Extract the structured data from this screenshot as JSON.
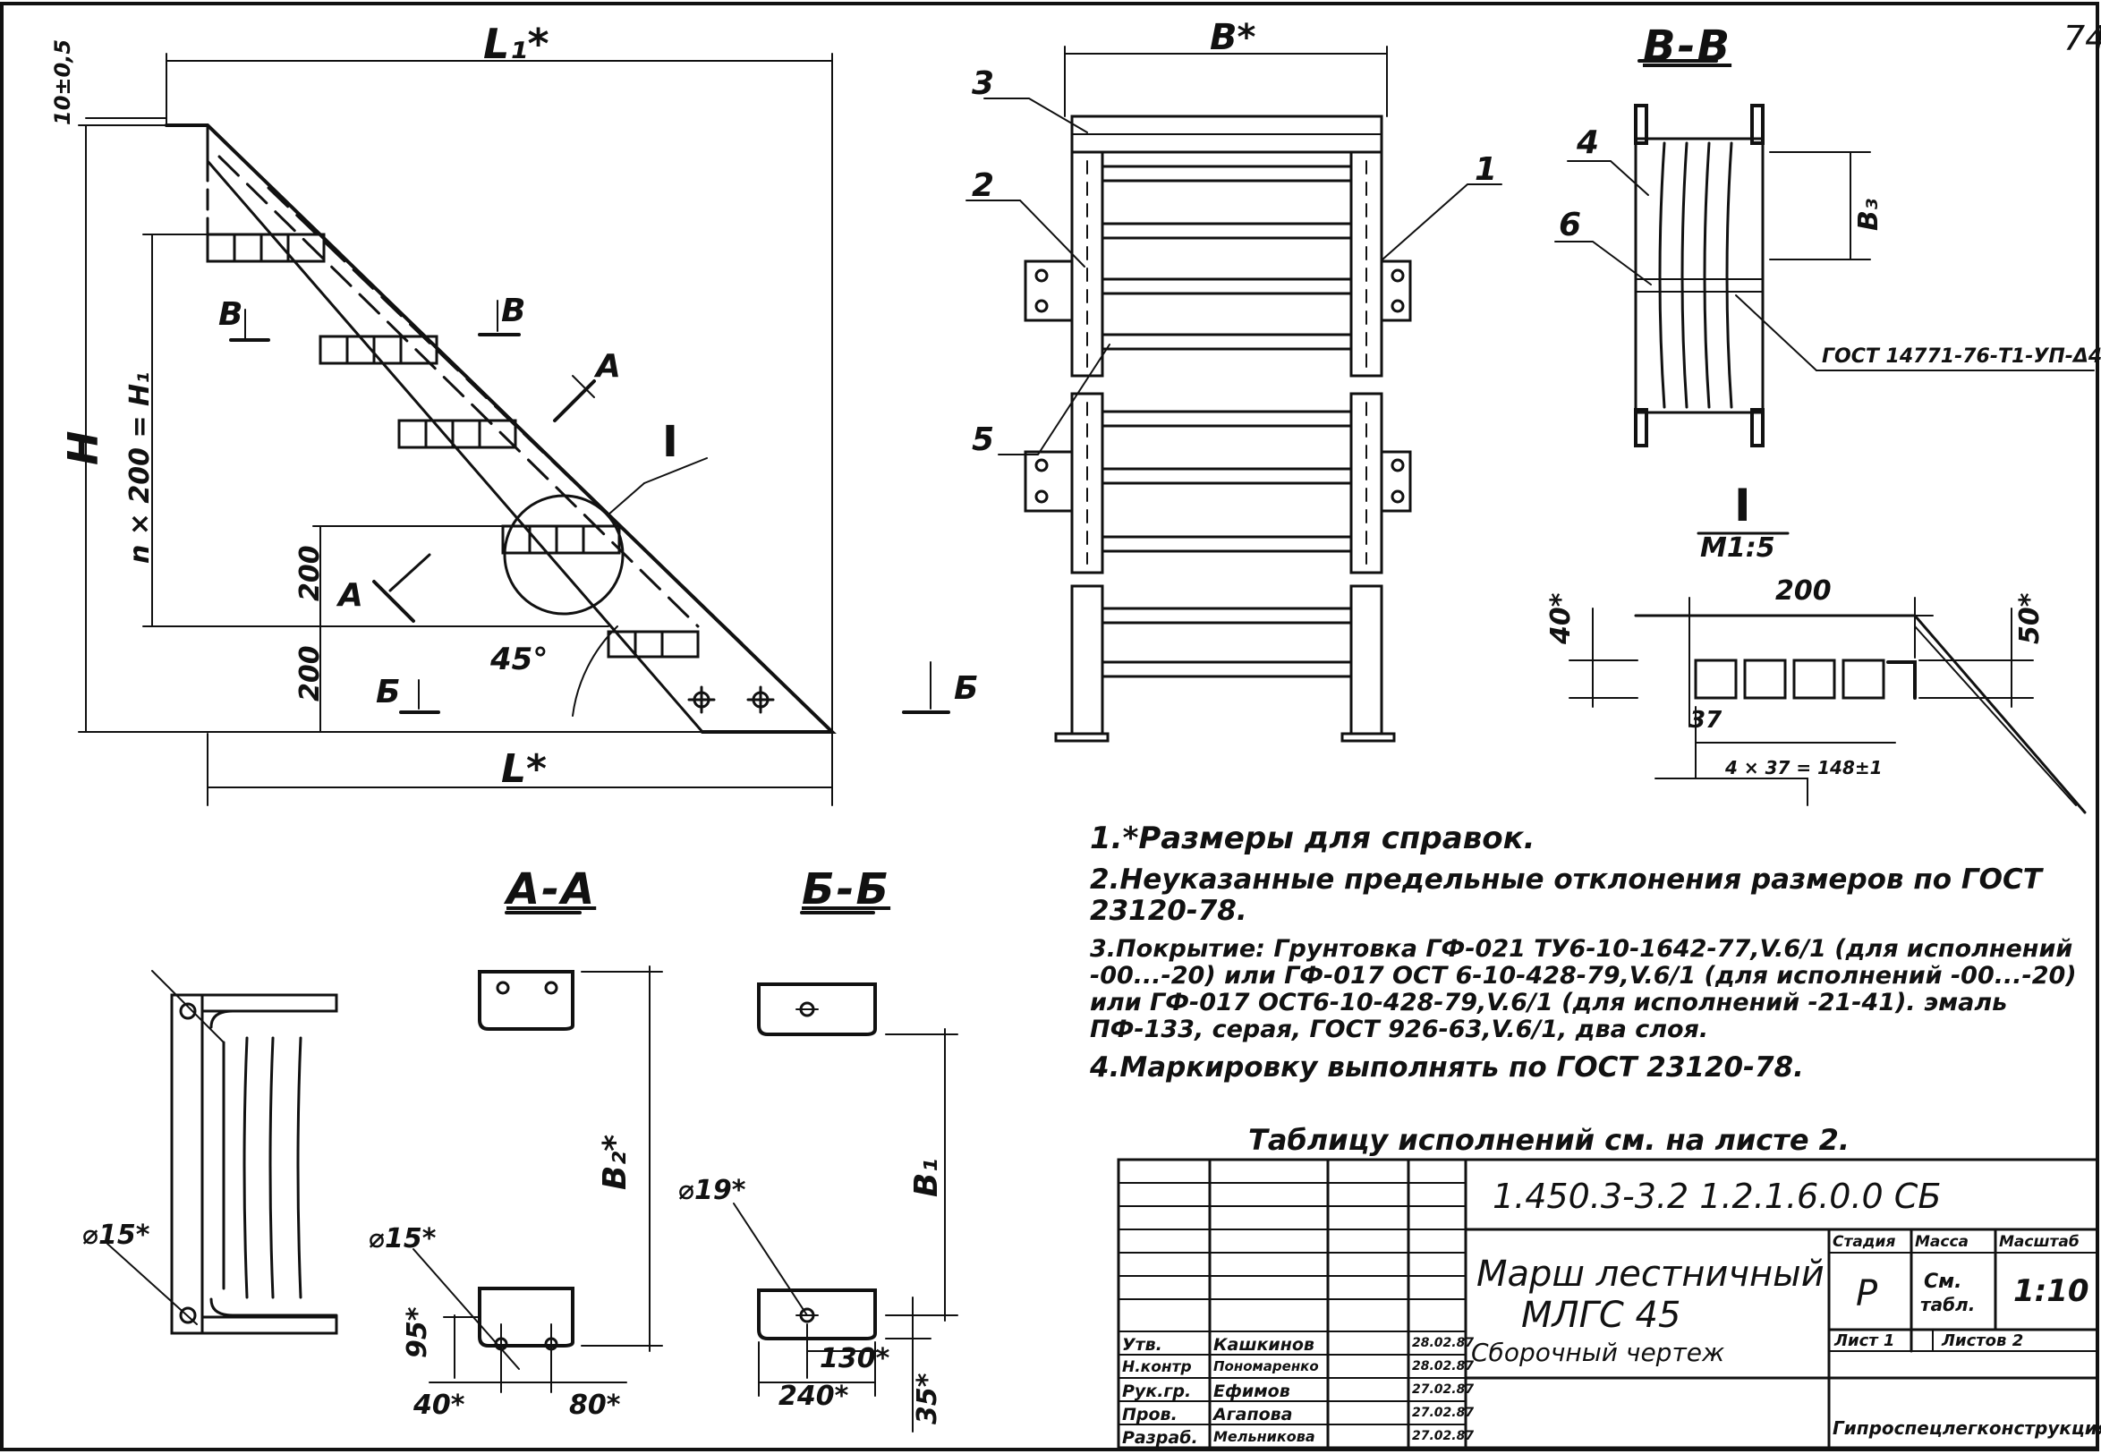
{
  "sheet": {
    "page_number": "74",
    "designation": "1.450.3-3.2  1.2.1.6.0.0 СБ",
    "title_line1": "Марш лестничный",
    "title_line2": "МЛГС 45",
    "doc_type": "Сборочный чертеж",
    "organization": "Гипроспецлегконструкция"
  },
  "title_block": {
    "stage_header": "Стадия",
    "mass_header": "Масса",
    "scale_header": "Масштаб",
    "stage": "Р",
    "mass_line1": "См.",
    "mass_line2": "табл.",
    "scale": "1:10",
    "sheet_label": "Лист 1",
    "sheets_label": "Листов 2",
    "roles": [
      {
        "role": "Утв.",
        "name": "Кашкинов",
        "date": "28.02.87"
      },
      {
        "role": "Н.контр",
        "name": "Пономаренко",
        "date": "28.02.87"
      },
      {
        "role": "Рук.гр.",
        "name": "Ефимов",
        "date": "27.02.87"
      },
      {
        "role": "Пров.",
        "name": "Агапова",
        "date": "27.02.87"
      },
      {
        "role": "Разраб.",
        "name": "Мельникова",
        "date": "27.02.87"
      }
    ]
  },
  "side_view": {
    "dim_L1": "L₁*",
    "dim_L": "L*",
    "dim_H": "H",
    "dim_top": "10±0,5",
    "dim_nH1": "n × 200 = H₁",
    "dim_200a": "200",
    "dim_200b": "200",
    "angle": "45°",
    "cut_A": "А",
    "cut_A2": "А",
    "cut_B": "В",
    "cut_B2": "В",
    "cut_Bsh": "Б",
    "cut_Bsh2": "Б",
    "detail": "I"
  },
  "front_view": {
    "dim_B": "B*",
    "pos1": "1",
    "pos2": "2",
    "pos3": "3",
    "pos5": "5"
  },
  "section_BB": {
    "title": "В-В",
    "pos4": "4",
    "pos6": "6",
    "dim_B3": "В₃",
    "gost": "ГОСТ 14771-76-Т1-УП-Δ4"
  },
  "detail_I": {
    "title": "I",
    "scale": "М1:5",
    "dim_200": "200",
    "dim_40": "40*",
    "dim_50": "50*",
    "dim_37": "37",
    "dim_pitch": "4 × 37 = 148±1"
  },
  "section_AA": {
    "title": "А-А",
    "dim_d15": "⌀15*",
    "dim_d15b": "⌀15*",
    "dim_95": "95*",
    "dim_40": "40*",
    "dim_80": "80*",
    "dim_B2": "В₂*"
  },
  "section_BBsh": {
    "title": "Б-Б",
    "dim_d19": "⌀19*",
    "dim_B1": "В₁",
    "dim_130": "130*",
    "dim_240": "240*",
    "dim_35": "35*"
  },
  "notes": [
    "1.*Размеры для справок.",
    "2.Неуказанные предельные отклонения размеров по ГОСТ 23120-78.",
    "3.Покрытие: Грунтовка ГФ-021 ТУ6-10-1642-77,V.6/1 (для исполнений -00...-20) или ГФ-017 ОСТ 6-10-428-79,V.6/1 (для исполнений -00...-20) или ГФ-017 ОСТ6-10-428-79,V.6/1 (для исполнений -21-41). эмаль ПФ-133, серая, ГОСТ 926-63,V.6/1, два слоя.",
    "4.Маркировку выполнять по ГОСТ 23120-78."
  ],
  "table_ref": "Таблицу исполнений см. на листе 2."
}
